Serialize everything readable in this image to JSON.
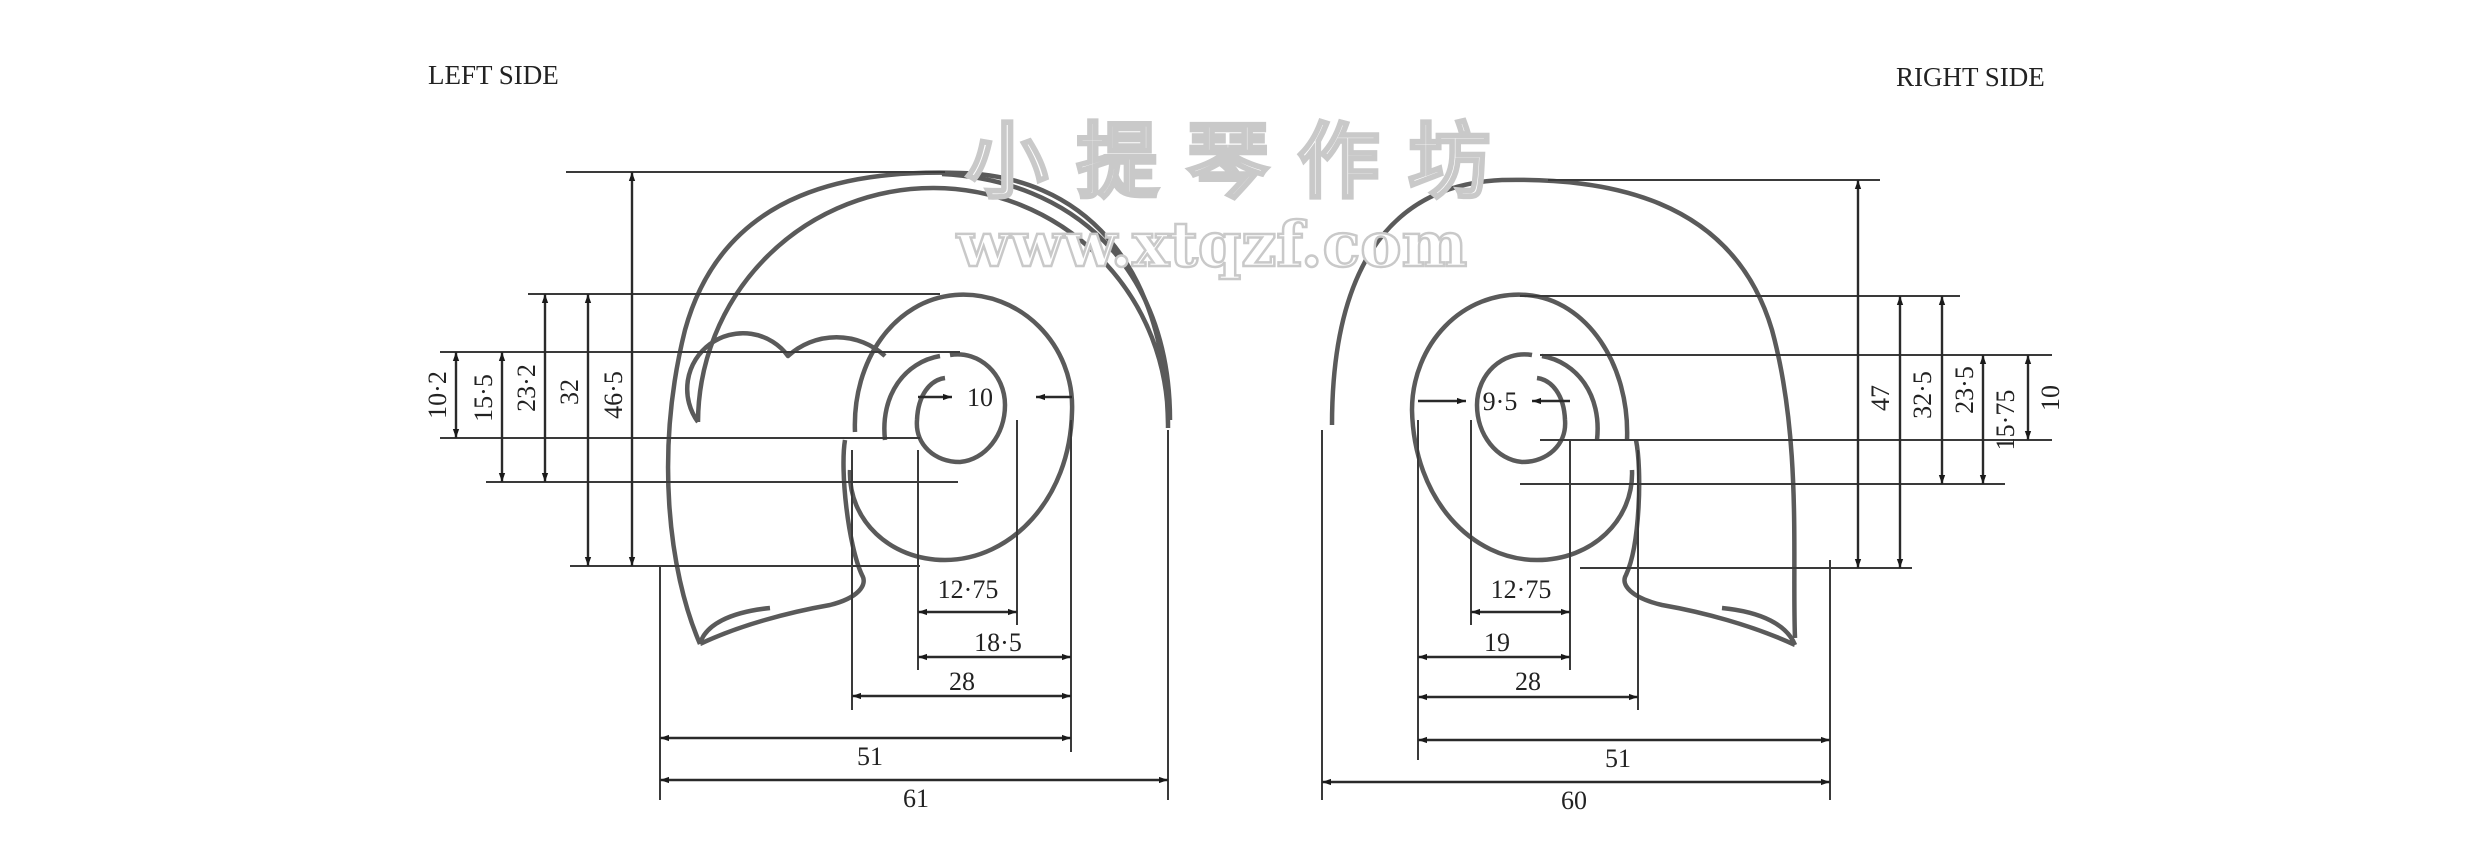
{
  "left": {
    "title": "LEFT SIDE",
    "vertical": [
      "10·2",
      "15·5",
      "23·2",
      "32",
      "46·5"
    ],
    "eye": "10",
    "horizontal": [
      "12·75",
      "18·5",
      "28",
      "51",
      "61"
    ]
  },
  "right": {
    "title": "RIGHT SIDE",
    "vertical": [
      "47",
      "32·5",
      "23·5",
      "15·75",
      "10"
    ],
    "eye": "9·5",
    "horizontal": [
      "12·75",
      "19",
      "28",
      "51",
      "60"
    ]
  },
  "watermark": {
    "cn": "小 提 琴 作 坊",
    "url": "www.xtqzf.com"
  }
}
